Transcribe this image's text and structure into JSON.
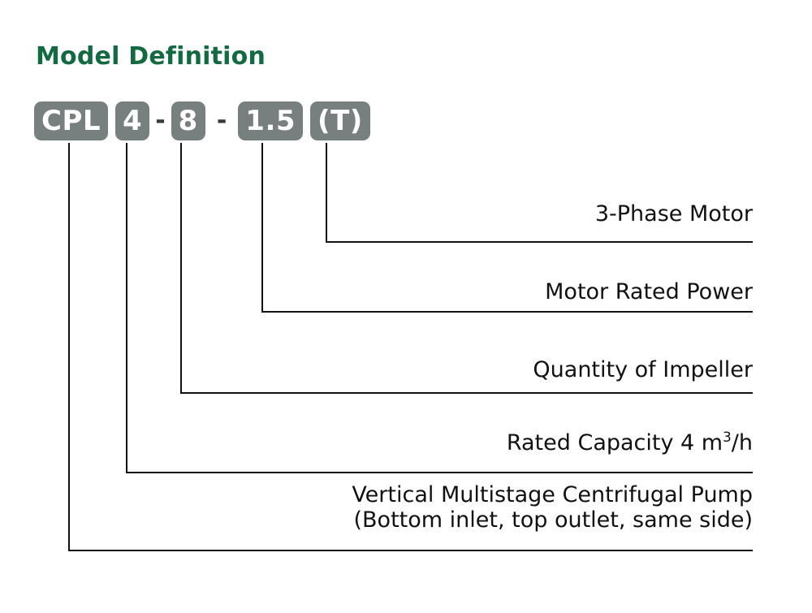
{
  "title": "Model Definition",
  "colors": {
    "title_green": "#136A41",
    "box_gray": "#777F7F",
    "line_black": "#111111",
    "box_text": "#ffffff",
    "background": "#ffffff"
  },
  "model_code": {
    "segments": [
      {
        "type": "box",
        "text": "CPL"
      },
      {
        "type": "box",
        "text": "4"
      },
      {
        "type": "dash",
        "text": "-"
      },
      {
        "type": "box",
        "text": "8"
      },
      {
        "type": "dash",
        "text": "-"
      },
      {
        "type": "box",
        "text": "1.5"
      },
      {
        "type": "box",
        "text": "(T)"
      }
    ],
    "full_code": "CPL 4 - 8 - 1.5 (T)"
  },
  "callouts": [
    {
      "id": "phase-motor",
      "source_segment": "(T)",
      "line1": "3-Phase Motor",
      "line2": ""
    },
    {
      "id": "motor-rated-power",
      "source_segment": "1.5",
      "line1": "Motor Rated Power",
      "line2": ""
    },
    {
      "id": "quantity-of-impeller",
      "source_segment": "8",
      "line1": "Quantity of Impeller",
      "line2": ""
    },
    {
      "id": "rated-capacity",
      "source_segment": "4",
      "line1_prefix": "Rated Capacity  4 m",
      "line1_sup": "3",
      "line1_suffix": "/h",
      "line2": ""
    },
    {
      "id": "pump-type",
      "source_segment": "CPL",
      "line1": "Vertical Multistage Centrifugal Pump",
      "line2": "(Bottom inlet, top outlet, same side)"
    }
  ]
}
